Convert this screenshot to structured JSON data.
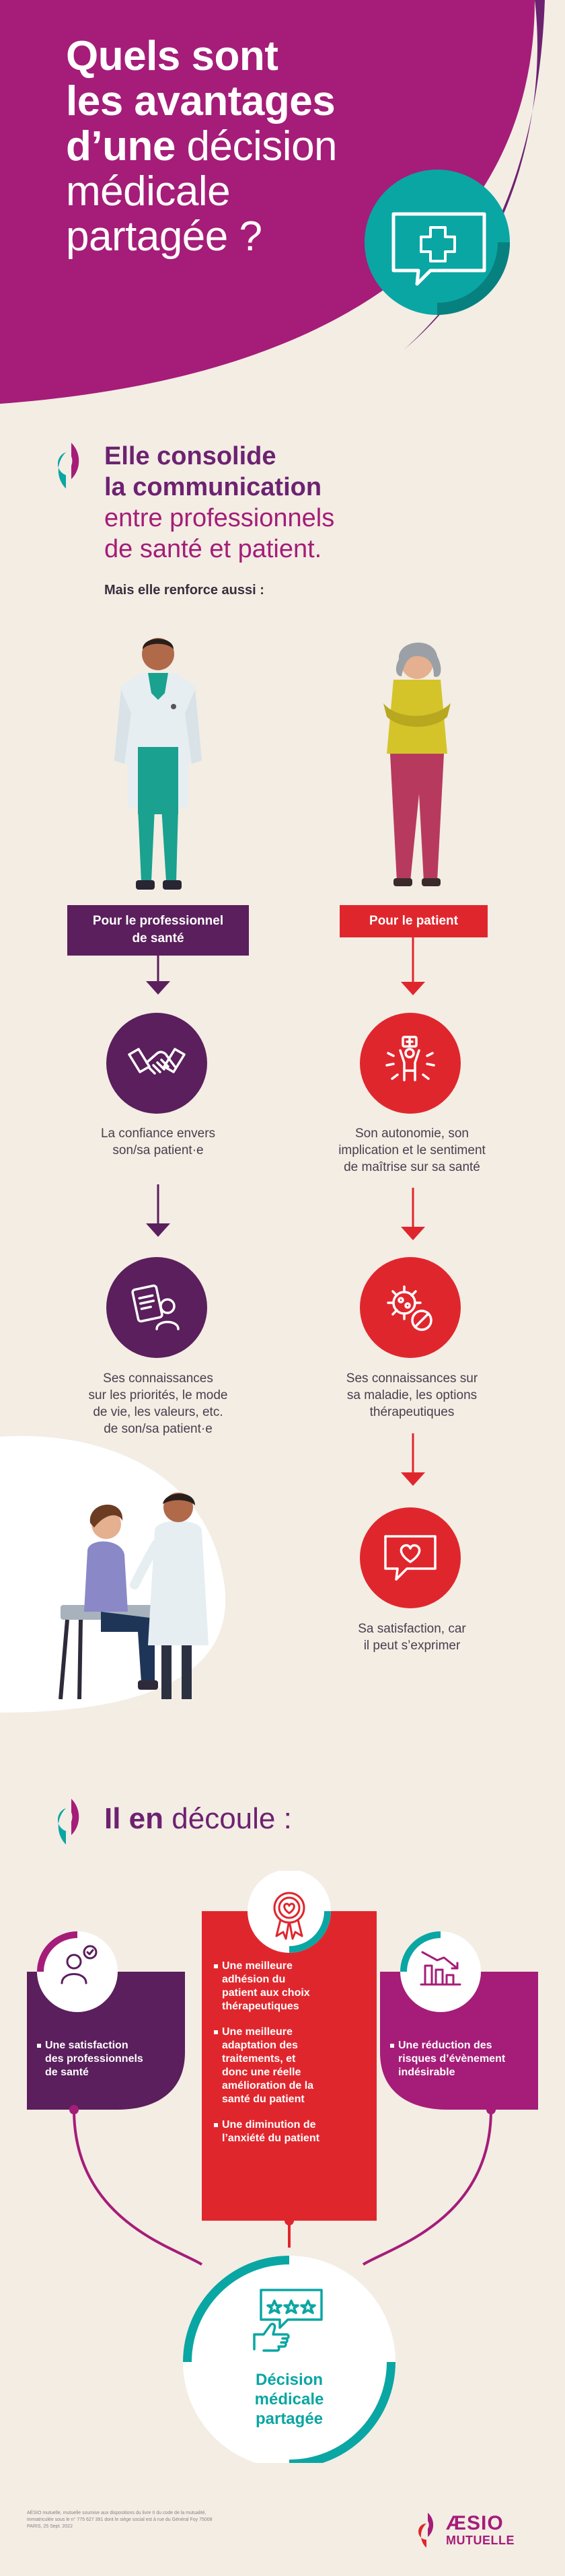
{
  "header": {
    "title_line1": "Quels sont",
    "title_line2": "les avantages",
    "title_line3_bold": "d’une",
    "title_line3_light": " décision",
    "title_line4": "médicale",
    "title_line5": "partagée ?"
  },
  "section1": {
    "title_bold1": "Elle consolide",
    "title_bold2": "la communication",
    "title_reg1": "entre professionnels",
    "title_reg2": "de santé et patient.",
    "subtitle": "Mais elle renforce aussi :",
    "left_label_line1": "Pour le professionnel",
    "left_label_line2": "de santé",
    "right_label": "Pour le patient",
    "left_items": [
      {
        "line1": "La confiance envers",
        "line2": "son/sa patient·e",
        "icon": "handshake-icon"
      },
      {
        "line1": "Ses connaissances",
        "line2": "sur les priorités, le mode",
        "line3": "de vie, les valeurs, etc.",
        "line4": "de son/sa patient·e",
        "icon": "knowledge-icon"
      }
    ],
    "right_items": [
      {
        "line1": "Son autonomie, son",
        "line2": "implication et le sentiment",
        "line3": "de maîtrise sur sa santé",
        "icon": "autonomy-icon"
      },
      {
        "line1": "Ses connaissances sur",
        "line2": "sa maladie, les options",
        "line3": "thérapeutiques",
        "icon": "virus-icon"
      },
      {
        "line1": "Sa satisfaction, car",
        "line2": "il peut s’exprimer",
        "icon": "heart-chat-icon"
      }
    ]
  },
  "section2": {
    "title_bold": "Il en",
    "title_reg": " découle :",
    "left_card": {
      "line1": "Une satisfaction",
      "line2": "des professionnels",
      "line3": "de santé"
    },
    "center_card": [
      {
        "l1": "Une meilleure",
        "l2": "adhésion du",
        "l3": "patient aux choix",
        "l4": "thérapeutiques"
      },
      {
        "l1": "Une meilleure",
        "l2": "adaptation des",
        "l3": "traitements, et",
        "l4": "donc une réelle",
        "l5": "amélioration de la",
        "l6": "santé du patient"
      },
      {
        "l1": "Une diminution de",
        "l2": "l’anxiété du patient"
      }
    ],
    "right_card": {
      "line1": "Une réduction des",
      "line2": "risques d’évènement",
      "line3": "indésirable"
    },
    "result_line1": "Décision",
    "result_line2": "médicale",
    "result_line3": "partagée"
  },
  "footer": {
    "legal": "AÉSIO mutuelle, mutuelle soumise aux dispositions du livre II du code de la mutualité, immatriculée sous le n° 775 627 391 dont le siège social est à rue du Général Foy 75008 PARIS, 25 Sept. 2022",
    "logo_top": "ÆSIO",
    "logo_bottom": "MUTUELLE"
  },
  "colors": {
    "purple": "#a51d78",
    "dark_purple": "#5a1f5c",
    "red": "#e0262d",
    "teal": "#0aa6a3",
    "background": "#f3ede4"
  }
}
